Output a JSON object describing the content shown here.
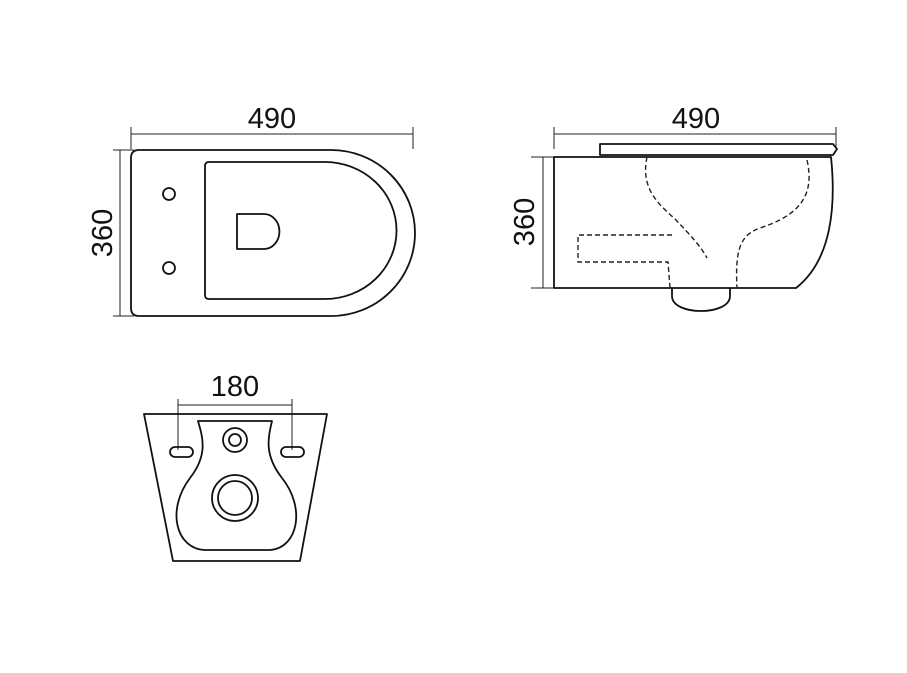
{
  "top_view": {
    "width_dim": "490",
    "depth_dim": "360"
  },
  "side_view": {
    "width_dim": "490",
    "height_dim": "360"
  },
  "back_view": {
    "fixing_dim": "180"
  }
}
